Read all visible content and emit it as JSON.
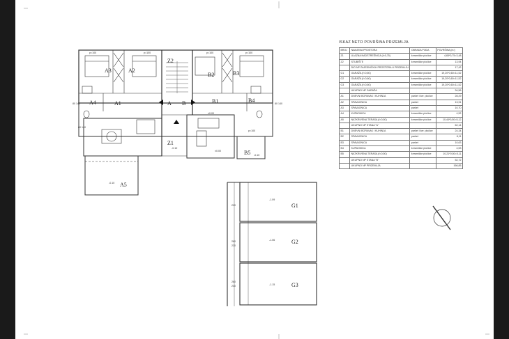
{
  "plan": {
    "rooms": {
      "a1": "A1",
      "a2": "A2",
      "a3": "A3",
      "a4": "A4",
      "a5": "A5",
      "b1": "B1",
      "b2": "B2",
      "b3": "B3",
      "b4": "B4",
      "b5": "B5",
      "z1": "Z1",
      "z2": "Z2",
      "g1": "G1",
      "g2": "G2",
      "g3": "G3",
      "entry_a": "A",
      "entry_b": "B"
    },
    "levels": {
      "a5": "-0.10",
      "z1": "-0.10",
      "b1": "±0.00",
      "b_mid": "±0.00",
      "b5": "-0.10",
      "g1": "-1.09",
      "g2": "-1.06",
      "g3": "-1.15"
    },
    "openings": {
      "top_a3": "p=100",
      "top_a2": "p=100",
      "top_b2": "p=100",
      "top_b3": "p=100",
      "g1_dim": "220",
      "g2_top": "260",
      "g2_dim": "230",
      "g3_top": "260",
      "g3_dim": "240",
      "left_a4": "80\n140",
      "left_a1": "80\n140",
      "right_b4": "80\n140",
      "b5_side": "p=100"
    }
  },
  "table": {
    "title": "ISKAZ NETO POVRŠINA PRIZEMLJA",
    "headers": [
      "BROJ",
      "NAMJENA PROSTORA",
      "OBRADA PODA",
      "POVRŠINA (m²)"
    ],
    "rows": [
      [
        "Z1",
        "ULAZNA NADSTREŠNICA (f=0,75)",
        "keramičke pločice",
        "4,65*0,75=3,48"
      ],
      [
        "Z2",
        "STUBIŠTE",
        "keramičke pločice",
        "13,94"
      ],
      [
        "",
        "DIO NP ZAJEDNIČKIH PROSTORA U PRIZEMLJU",
        "",
        "17,42"
      ],
      [
        "G1",
        "GARAŽA (f=0,60)",
        "keramičke pločice",
        "19,20*0,60=11,52"
      ],
      [
        "G2",
        "GARAŽA (f=0,60)",
        "keramičke pločice",
        "19,20*0,60=11,52"
      ],
      [
        "G3",
        "GARAŽA (f=0,60)",
        "keramičke pločice",
        "19,20*0,60=11,52"
      ],
      [
        "",
        "UKUPNO NP GARAŽA",
        "",
        "34,56"
      ],
      [
        "A1",
        "DNEVNI BORAVAK I KUHINJA",
        "parket i ker. pločice",
        "28,29"
      ],
      [
        "A2",
        "SPAVAONICA",
        "parket",
        "13,91"
      ],
      [
        "A3",
        "SPAVAONICA",
        "parket",
        "10,70"
      ],
      [
        "A4",
        "KUPAONICA",
        "keramičke pločice",
        "4,52"
      ],
      [
        "A5",
        "NATKRIVENA TERASA (f=0,50)",
        "keramičke pločice",
        "10,44*0,50=5,12"
      ],
      [
        "",
        "UKUPNO NP STANA \"A\"",
        "",
        "62,14"
      ],
      [
        "B1",
        "DNEVNI BORAVAK I KUHINJA",
        "parket i ker. pločice",
        "24,34"
      ],
      [
        "B2",
        "SPAVAONICA",
        "parket",
        "8,11"
      ],
      [
        "B3",
        "SPAVAONICA",
        "parket",
        "10,63"
      ],
      [
        "B4",
        "KUPAONICA",
        "keramičke pločice",
        "4,53"
      ],
      [
        "B5",
        "NATKRIVENA TERASA (f=0,50)",
        "keramičke pločice",
        "10,21*0,50=5,11"
      ],
      [
        "",
        "UKUPNO NP STANA \"B\"",
        "",
        "52,72"
      ],
      [
        "",
        "UKUPNO NP PRIZEMLJA",
        "",
        "166,85"
      ]
    ]
  }
}
